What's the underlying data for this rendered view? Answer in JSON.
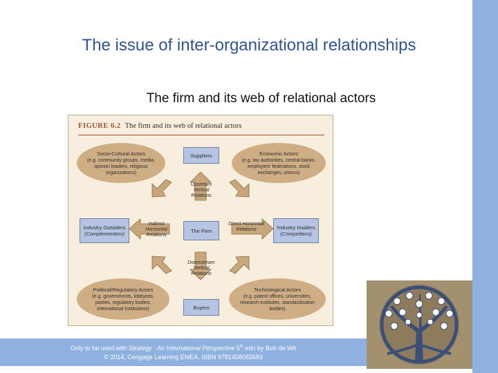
{
  "slide": {
    "title": "The issue of inter-organizational relationships",
    "subtitle": "The firm and its web of relational actors"
  },
  "figure": {
    "number": "FIGURE 6.2",
    "caption": "The firm and its web of relational actors",
    "ellipses": {
      "socio_cultural": {
        "heading": "Socio-Cultural Actors",
        "sub": "(e.g. community groups, media, opinion leaders, religious organizations)"
      },
      "economic": {
        "heading": "Economic Actors",
        "sub": "(e.g. tax authorities, central banks, employers' federations, stock exchanges, unions)"
      },
      "political": {
        "heading": "Political/Regulatory Actors",
        "sub": "(e.g. governments, lobbyists, parties, regulatory bodies, international institutions)"
      },
      "technological": {
        "heading": "Technological Actors",
        "sub": "(e.g. patent offices, universities, research institutes, standardization bodies)"
      }
    },
    "boxes": {
      "suppliers": "Suppliers",
      "firm": "The Firm",
      "buyers": "Buyers",
      "outsiders_title": "Industry Outsiders",
      "outsiders_sub": "(Complementors)",
      "insiders_title": "Industry Insiders",
      "insiders_sub": "(Competitors)"
    },
    "arrows": {
      "upstream": "Upstream Vertical Relations",
      "downstream": "Downstream Vertical Relations",
      "indirect": "Indirect Horizontal Relations",
      "direct": "Direct Horizontal Relations"
    },
    "colors": {
      "ellipse": "#cfae86",
      "box": "#b5c4e2",
      "arrow": "#c9a77c",
      "background": "#f7eedd"
    }
  },
  "footer": {
    "line1_prefix": "Only to be used with ",
    "line1_book": "Strategy : An International Perspective",
    "line1_edition_num": "5",
    "line1_edition_sup": "th",
    "line1_suffix": " edn by Bob de Wit",
    "line2": "© 2014, Cengage Learning EMEA, ISBN 9781408082683"
  },
  "image": {
    "name": "tree-of-life-emblem",
    "colors": {
      "frame": "#a2906f",
      "ring": "#3a4e7a",
      "orb": "#ffffff"
    }
  }
}
